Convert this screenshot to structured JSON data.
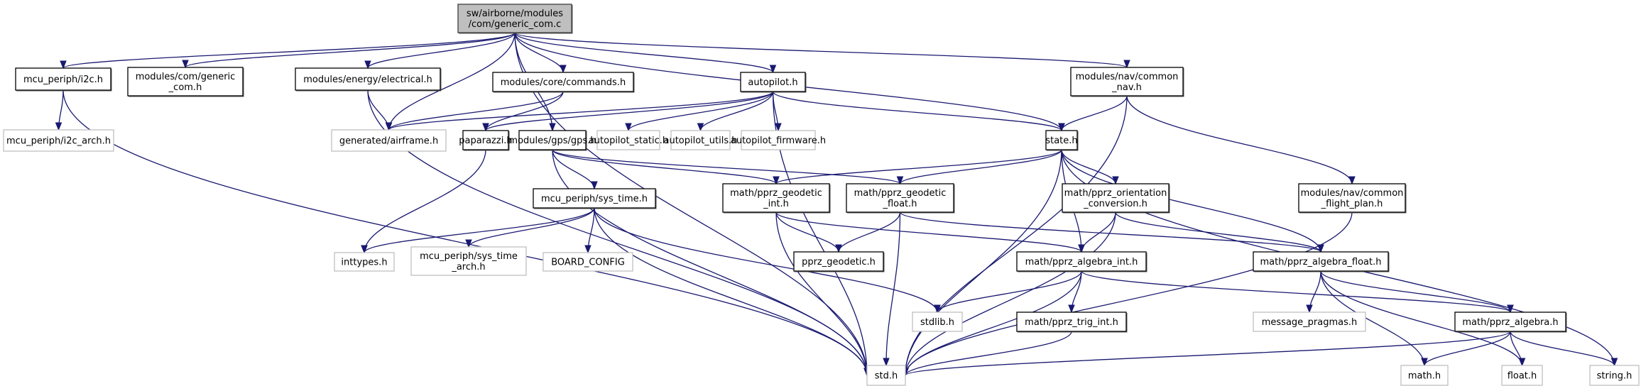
{
  "graph": {
    "title": "Include dependency graph for generic_com.c",
    "colors": {
      "edge": "#191970",
      "root_fill": "#bfbfbf",
      "root_stroke": "#404040",
      "doc_stroke": "#000000",
      "undoc_stroke": "#bfbfbf",
      "node_fill": "#ffffff"
    },
    "nodes": [
      {
        "id": "root",
        "lines": [
          "sw/airborne/modules",
          "/com/generic_com.c"
        ],
        "kind": "root"
      },
      {
        "id": "i2c",
        "lines": [
          "mcu_periph/i2c.h"
        ],
        "kind": "doc"
      },
      {
        "id": "generic_com_h",
        "lines": [
          "modules/com/generic",
          "_com.h"
        ],
        "kind": "doc"
      },
      {
        "id": "electrical",
        "lines": [
          "modules/energy/electrical.h"
        ],
        "kind": "doc"
      },
      {
        "id": "commands",
        "lines": [
          "modules/core/commands.h"
        ],
        "kind": "doc"
      },
      {
        "id": "autopilot",
        "lines": [
          "autopilot.h"
        ],
        "kind": "doc"
      },
      {
        "id": "common_nav",
        "lines": [
          "modules/nav/common",
          "_nav.h"
        ],
        "kind": "doc"
      },
      {
        "id": "i2c_arch",
        "lines": [
          "mcu_periph/i2c_arch.h"
        ],
        "kind": "undoc"
      },
      {
        "id": "airframe",
        "lines": [
          "generated/airframe.h"
        ],
        "kind": "undoc"
      },
      {
        "id": "paparazzi",
        "lines": [
          "paparazzi.h"
        ],
        "kind": "doc"
      },
      {
        "id": "gps",
        "lines": [
          "modules/gps/gps.h"
        ],
        "kind": "doc"
      },
      {
        "id": "ap_static",
        "lines": [
          "autopilot_static.h"
        ],
        "kind": "undoc"
      },
      {
        "id": "ap_utils",
        "lines": [
          "autopilot_utils.h"
        ],
        "kind": "undoc"
      },
      {
        "id": "ap_firmware",
        "lines": [
          "autopilot_firmware.h"
        ],
        "kind": "undoc"
      },
      {
        "id": "state",
        "lines": [
          "state.h"
        ],
        "kind": "doc"
      },
      {
        "id": "sys_time",
        "lines": [
          "mcu_periph/sys_time.h"
        ],
        "kind": "doc"
      },
      {
        "id": "geo_int",
        "lines": [
          "math/pprz_geodetic",
          "_int.h"
        ],
        "kind": "doc"
      },
      {
        "id": "geo_float",
        "lines": [
          "math/pprz_geodetic",
          "_float.h"
        ],
        "kind": "doc"
      },
      {
        "id": "orient",
        "lines": [
          "math/pprz_orientation",
          "_conversion.h"
        ],
        "kind": "doc"
      },
      {
        "id": "flight_plan",
        "lines": [
          "modules/nav/common",
          "_flight_plan.h"
        ],
        "kind": "doc"
      },
      {
        "id": "inttypes",
        "lines": [
          "inttypes.h"
        ],
        "kind": "undoc"
      },
      {
        "id": "sys_time_arch",
        "lines": [
          "mcu_periph/sys_time",
          "_arch.h"
        ],
        "kind": "undoc"
      },
      {
        "id": "board_config",
        "lines": [
          "BOARD_CONFIG"
        ],
        "kind": "undoc"
      },
      {
        "id": "pprz_geodetic",
        "lines": [
          "pprz_geodetic.h"
        ],
        "kind": "doc"
      },
      {
        "id": "alg_int",
        "lines": [
          "math/pprz_algebra_int.h"
        ],
        "kind": "doc"
      },
      {
        "id": "alg_float",
        "lines": [
          "math/pprz_algebra_float.h"
        ],
        "kind": "doc"
      },
      {
        "id": "stdlib",
        "lines": [
          "stdlib.h"
        ],
        "kind": "undoc"
      },
      {
        "id": "trig_int",
        "lines": [
          "math/pprz_trig_int.h"
        ],
        "kind": "doc"
      },
      {
        "id": "msg_pragmas",
        "lines": [
          "message_pragmas.h"
        ],
        "kind": "undoc"
      },
      {
        "id": "alg",
        "lines": [
          "math/pprz_algebra.h"
        ],
        "kind": "doc"
      },
      {
        "id": "std",
        "lines": [
          "std.h"
        ],
        "kind": "undoc"
      },
      {
        "id": "math",
        "lines": [
          "math.h"
        ],
        "kind": "undoc"
      },
      {
        "id": "float",
        "lines": [
          "float.h"
        ],
        "kind": "undoc"
      },
      {
        "id": "string",
        "lines": [
          "string.h"
        ],
        "kind": "undoc"
      }
    ],
    "edges": [
      [
        "root",
        "i2c"
      ],
      [
        "root",
        "generic_com_h"
      ],
      [
        "root",
        "electrical"
      ],
      [
        "root",
        "airframe"
      ],
      [
        "root",
        "commands"
      ],
      [
        "root",
        "gps"
      ],
      [
        "root",
        "autopilot"
      ],
      [
        "root",
        "state"
      ],
      [
        "root",
        "common_nav"
      ],
      [
        "root",
        "std"
      ],
      [
        "i2c",
        "i2c_arch"
      ],
      [
        "i2c",
        "std"
      ],
      [
        "electrical",
        "airframe"
      ],
      [
        "electrical",
        "std"
      ],
      [
        "commands",
        "airframe"
      ],
      [
        "commands",
        "paparazzi"
      ],
      [
        "autopilot",
        "airframe"
      ],
      [
        "autopilot",
        "paparazzi"
      ],
      [
        "autopilot",
        "ap_static"
      ],
      [
        "autopilot",
        "ap_utils"
      ],
      [
        "autopilot",
        "ap_firmware"
      ],
      [
        "autopilot",
        "state"
      ],
      [
        "autopilot",
        "std"
      ],
      [
        "common_nav",
        "state"
      ],
      [
        "common_nav",
        "flight_plan"
      ],
      [
        "common_nav",
        "std"
      ],
      [
        "paparazzi",
        "inttypes"
      ],
      [
        "gps",
        "sys_time"
      ],
      [
        "gps",
        "geo_int"
      ],
      [
        "gps",
        "geo_float"
      ],
      [
        "gps",
        "std"
      ],
      [
        "state",
        "geo_int"
      ],
      [
        "state",
        "geo_float"
      ],
      [
        "state",
        "orient"
      ],
      [
        "state",
        "alg_int"
      ],
      [
        "state",
        "alg_float"
      ],
      [
        "state",
        "std"
      ],
      [
        "state",
        "string"
      ],
      [
        "sys_time",
        "inttypes"
      ],
      [
        "sys_time",
        "sys_time_arch"
      ],
      [
        "sys_time",
        "board_config"
      ],
      [
        "sys_time",
        "stdlib"
      ],
      [
        "sys_time",
        "std"
      ],
      [
        "geo_int",
        "pprz_geodetic"
      ],
      [
        "geo_int",
        "alg_int"
      ],
      [
        "geo_int",
        "std"
      ],
      [
        "geo_float",
        "pprz_geodetic"
      ],
      [
        "geo_float",
        "alg_float"
      ],
      [
        "geo_float",
        "std"
      ],
      [
        "orient",
        "alg_int"
      ],
      [
        "orient",
        "alg_float"
      ],
      [
        "orient",
        "std"
      ],
      [
        "flight_plan",
        "std"
      ],
      [
        "alg_int",
        "stdlib"
      ],
      [
        "alg_int",
        "trig_int"
      ],
      [
        "alg_int",
        "alg"
      ],
      [
        "alg_int",
        "std"
      ],
      [
        "alg_float",
        "msg_pragmas"
      ],
      [
        "alg_float",
        "alg"
      ],
      [
        "alg_float",
        "math"
      ],
      [
        "alg_float",
        "float"
      ],
      [
        "trig_int",
        "std"
      ],
      [
        "alg",
        "std"
      ],
      [
        "alg",
        "math"
      ],
      [
        "alg",
        "float"
      ],
      [
        "alg",
        "string"
      ]
    ]
  }
}
